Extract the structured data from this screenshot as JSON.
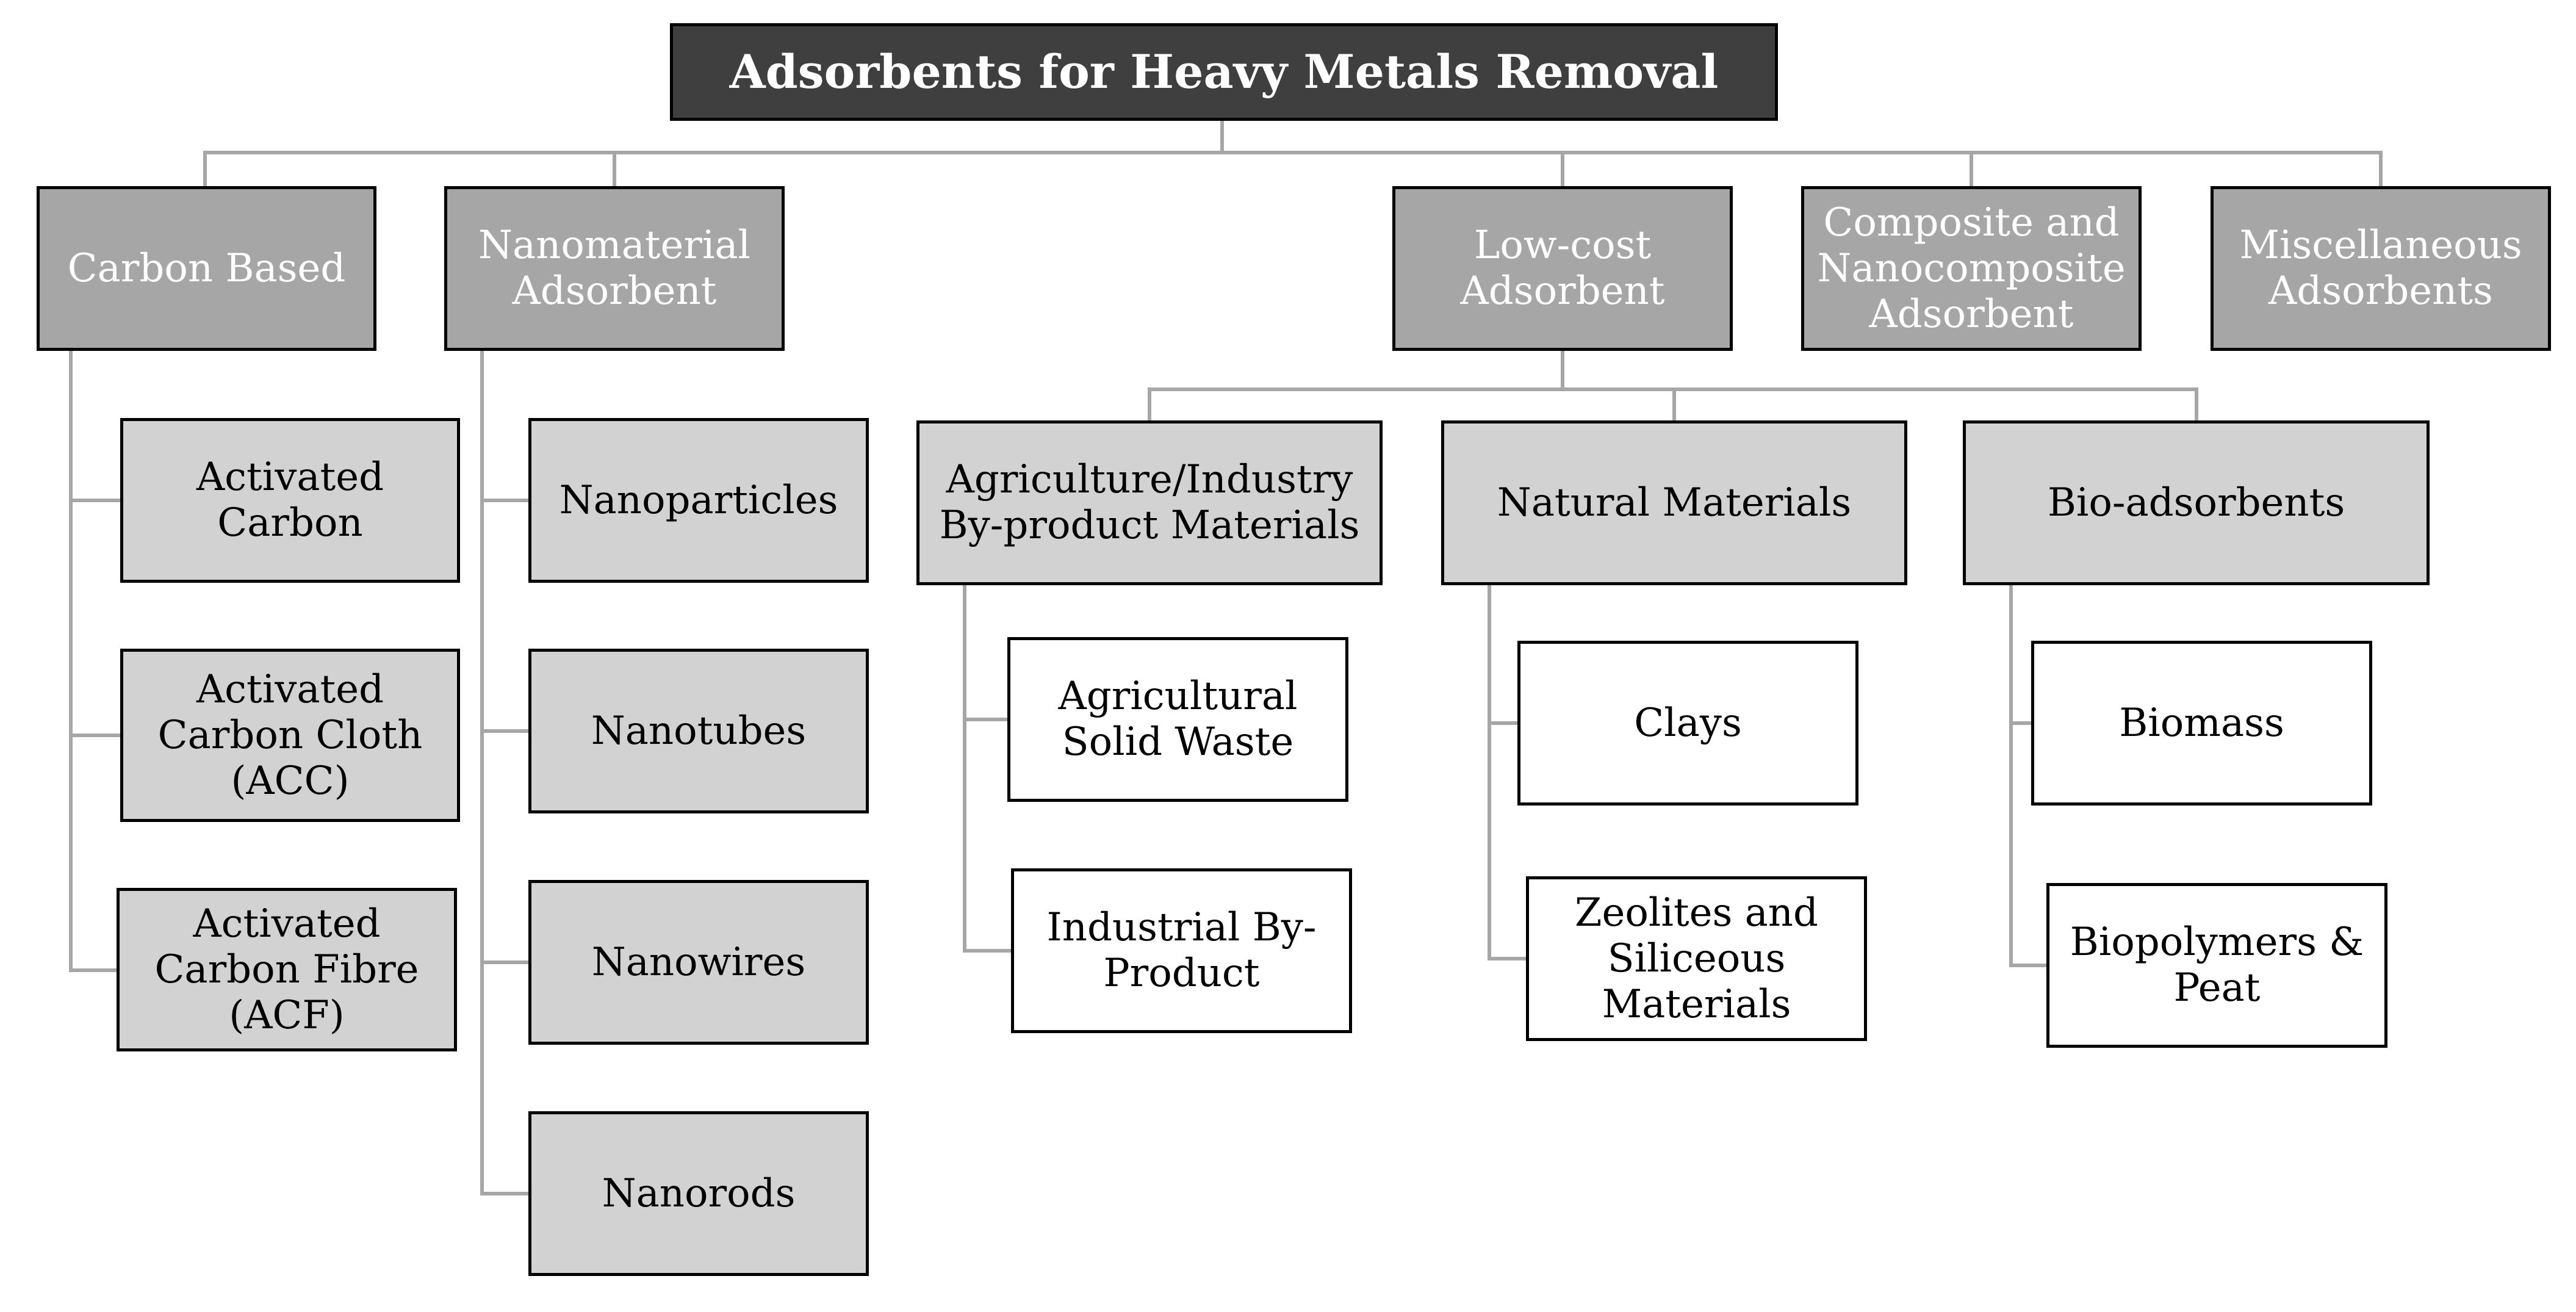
{
  "root": {
    "title": "Adsorbents for Heavy Metals Removal"
  },
  "categories": {
    "carbon": {
      "label": [
        "Carbon Based"
      ]
    },
    "nano": {
      "label": [
        "Nanomaterial",
        "Adsorbent"
      ]
    },
    "lowcost": {
      "label": [
        "Low-cost",
        "Adsorbent"
      ]
    },
    "composite": {
      "label": [
        "Composite and",
        "Nanocomposite",
        "Adsorbent"
      ]
    },
    "misc": {
      "label": [
        "Miscellaneous",
        "Adsorbents"
      ]
    }
  },
  "carbon_items": [
    [
      "Activated",
      "Carbon"
    ],
    [
      "Activated",
      "Carbon Cloth",
      "(ACC)"
    ],
    [
      "Activated",
      "Carbon Fibre",
      "(ACF)"
    ]
  ],
  "nano_items": [
    [
      "Nanoparticles"
    ],
    [
      "Nanotubes"
    ],
    [
      "Nanowires"
    ],
    [
      "Nanorods"
    ]
  ],
  "lowcost_groups": {
    "agri": {
      "label": [
        "Agriculture/Industry",
        "By-product Materials"
      ]
    },
    "natural": {
      "label": [
        "Natural Materials"
      ]
    },
    "bio": {
      "label": [
        "Bio-adsorbents"
      ]
    }
  },
  "agri_items": [
    [
      "Agricultural",
      "Solid Waste"
    ],
    [
      "Industrial By-",
      "Product"
    ]
  ],
  "natural_items": [
    [
      "Clays"
    ],
    [
      "Zeolites and",
      "Siliceous",
      "Materials"
    ]
  ],
  "bio_items": [
    [
      "Biomass"
    ],
    [
      "Biopolymers &",
      "Peat"
    ]
  ],
  "colors": {
    "root_fill": "#3f3f3f",
    "category_fill": "#a6a6a6",
    "subcategory_fill": "#d3d2d3",
    "leaf_fill": "#ffffff",
    "connector": "#a6a6a6",
    "border": "#000000"
  }
}
